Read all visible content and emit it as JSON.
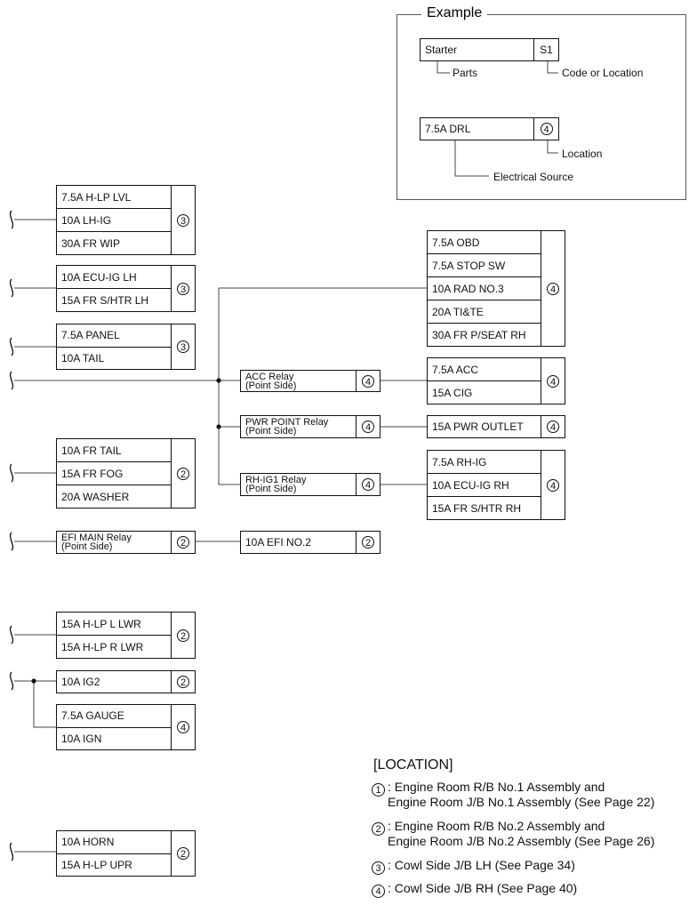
{
  "example": {
    "title": "Example",
    "parts_box": {
      "label": "Starter",
      "code": "S1"
    },
    "parts_caption": "Parts",
    "code_caption": "Code or Location",
    "source_box": {
      "label": "7.5A DRL",
      "loc": "4"
    },
    "location_caption": "Location",
    "source_caption": "Electrical Source"
  },
  "groups": {
    "hlp_lvl": {
      "loc": "3",
      "items": [
        "7.5A H-LP LVL",
        "10A LH-IG",
        "30A FR WIP"
      ]
    },
    "ecu_lh": {
      "loc": "3",
      "items": [
        "10A ECU-IG LH",
        "15A FR S/HTR LH"
      ]
    },
    "panel": {
      "loc": "3",
      "items": [
        "7.5A PANEL",
        "10A TAIL"
      ]
    },
    "fr_tail": {
      "loc": "2",
      "items": [
        "10A FR TAIL",
        "15A FR FOG",
        "20A WASHER"
      ]
    },
    "efi_main": {
      "loc": "2",
      "items": [
        "EFI MAIN Relay",
        "(Point Side)"
      ]
    },
    "efi_no2": {
      "loc": "2",
      "items": [
        "10A EFI NO.2"
      ]
    },
    "obd": {
      "loc": "4",
      "items": [
        "7.5A OBD",
        "7.5A STOP SW",
        "10A RAD NO.3",
        "20A TI&TE",
        "30A FR P/SEAT RH"
      ]
    },
    "acc_relay": {
      "loc": "4",
      "items": [
        "ACC Relay",
        "(Point Side)"
      ]
    },
    "acc": {
      "loc": "4",
      "items": [
        "7.5A ACC",
        "15A CIG"
      ]
    },
    "pwr_relay": {
      "loc": "4",
      "items": [
        "PWR POINT Relay",
        "(Point Side)"
      ]
    },
    "pwr_outlet": {
      "loc": "4",
      "items": [
        "15A PWR OUTLET"
      ]
    },
    "rh_relay": {
      "loc": "4",
      "items": [
        "RH-IG1 Relay",
        "(Point Side)"
      ]
    },
    "rh_ig": {
      "loc": "4",
      "items": [
        "7.5A RH-IG",
        "10A ECU-IG RH",
        "15A FR S/HTR RH"
      ]
    },
    "hlp_lwr": {
      "loc": "2",
      "items": [
        "15A H-LP L LWR",
        "15A H-LP R LWR"
      ]
    },
    "ig2": {
      "loc": "2",
      "items": [
        "10A IG2"
      ]
    },
    "gauge": {
      "loc": "4",
      "items": [
        "7.5A GAUGE",
        "10A IGN"
      ]
    },
    "horn": {
      "loc": "2",
      "items": [
        "10A HORN",
        "15A H-LP UPR"
      ]
    }
  },
  "legend": {
    "title": "[LOCATION]",
    "items": [
      {
        "num": "1",
        "text": ": Engine Room R/B No.1 Assembly and\nEngine Room J/B No.1 Assembly (See Page 22)"
      },
      {
        "num": "2",
        "text": ": Engine Room R/B No.2 Assembly and\nEngine Room J/B No.2 Assembly (See Page 26)"
      },
      {
        "num": "3",
        "text": ": Cowl Side J/B LH (See Page 34)"
      },
      {
        "num": "4",
        "text": ": Cowl Side J/B RH (See Page 40)"
      }
    ]
  }
}
